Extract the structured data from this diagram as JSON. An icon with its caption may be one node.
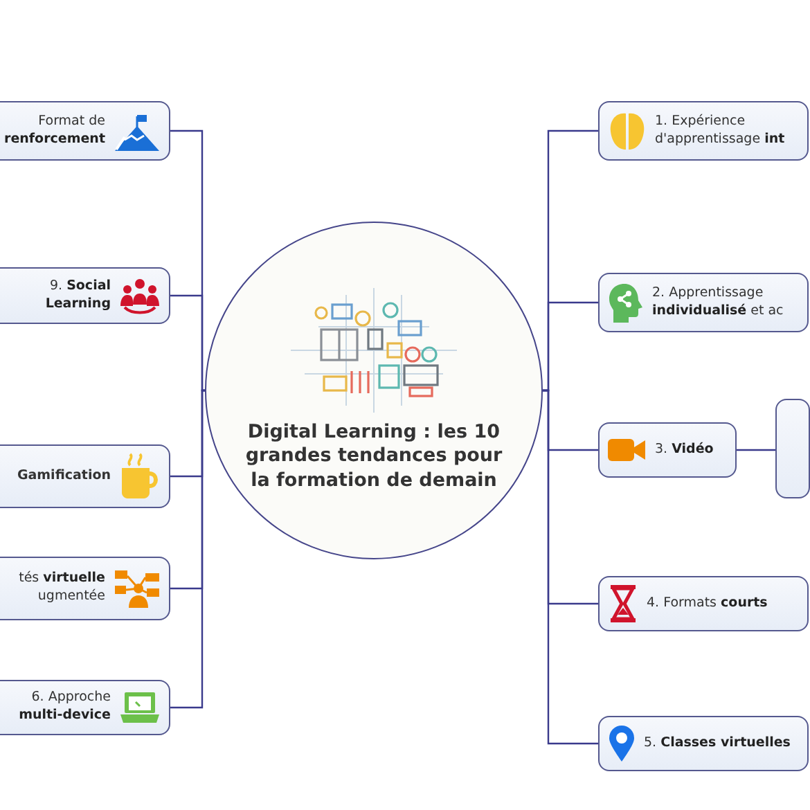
{
  "diagram": {
    "nodes": [
      {
        "text": [
          "Digital Learning : les 10 grandes tendances pour la formation de demain"
        ]
      },
      {
        "text": [
          "1. Expérience d'apprentissage **int**"
        ]
      },
      {
        "text": [
          "2. Apprentissage **individualisé** et ac"
        ]
      },
      {
        "text": [
          "3. **Vidéo**"
        ]
      },
      {
        "text": [],
        "shape": "box"
      },
      {
        "text": [
          "4. Formats **courts**"
        ]
      },
      {
        "text": [
          "5. **Classes virtuelles**"
        ]
      },
      {
        "text": [
          "6. Approche **multi-device**"
        ]
      },
      {
        "text": [
          "tés **virtuelle** ugmentée"
        ]
      },
      {
        "text": [
          "Gamification"
        ]
      },
      {
        "text": [
          "9. **Social Learning**"
        ]
      },
      {
        "text": [
          "Format de **renforcement**"
        ]
      }
    ],
    "edges": [
      {
        "from": 0,
        "to": 1,
        "arrow": "none"
      },
      {
        "from": 0,
        "to": 2,
        "arrow": "none"
      },
      {
        "from": 0,
        "to": 3,
        "arrow": "none"
      },
      {
        "from": 3,
        "to": 4,
        "arrow": "none"
      },
      {
        "from": 0,
        "to": 5,
        "arrow": "none"
      },
      {
        "from": 0,
        "to": 6,
        "arrow": "none"
      },
      {
        "from": 0,
        "to": 7,
        "arrow": "none"
      },
      {
        "from": 0,
        "to": 8,
        "arrow": "none"
      },
      {
        "from": 0,
        "to": 9,
        "arrow": "none"
      },
      {
        "from": 0,
        "to": 10,
        "arrow": "none"
      },
      {
        "from": 0,
        "to": 11,
        "arrow": "none"
      }
    ]
  }
}
